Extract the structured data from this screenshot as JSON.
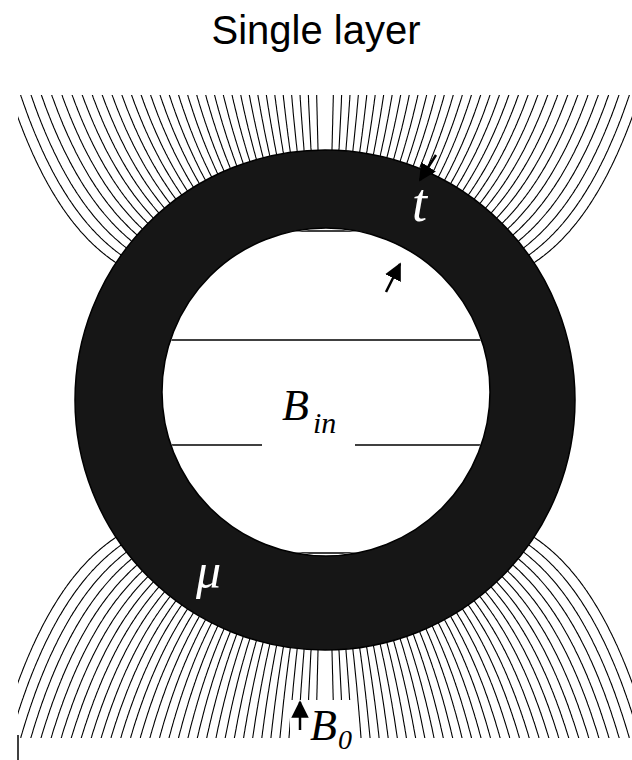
{
  "diagram": {
    "title": "Single layer",
    "labels": [
      "t",
      "B",
      "in",
      "μ",
      "B",
      "0"
    ]
  }
}
